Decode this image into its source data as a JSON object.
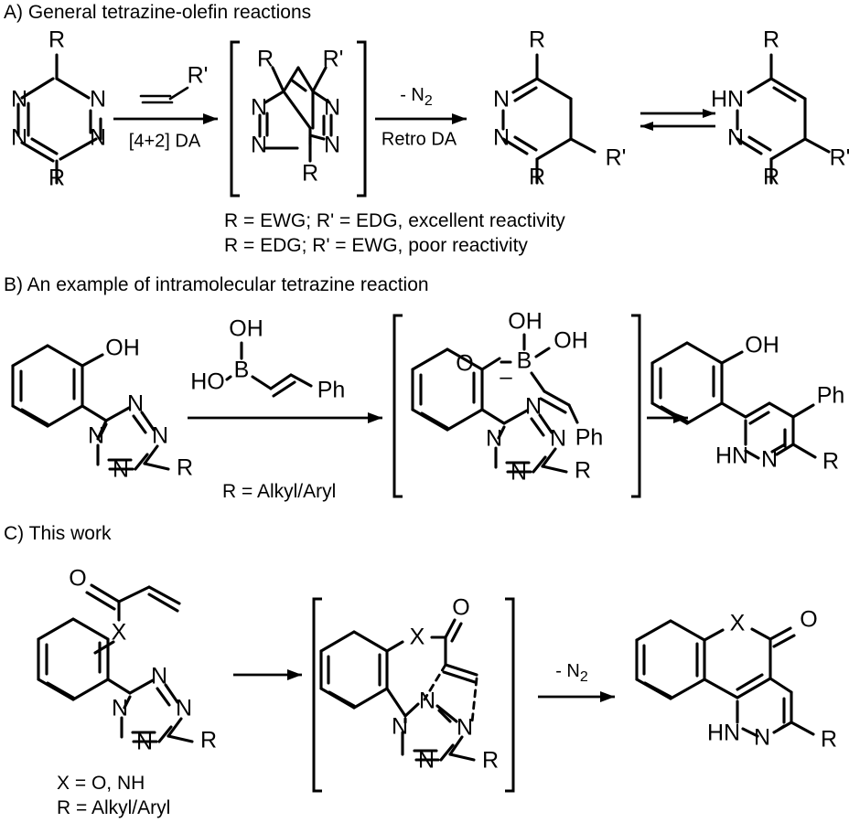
{
  "figure": {
    "type": "reaction-scheme",
    "description": "Three-panel chemical reaction scheme of tetrazine-olefin (inverse electron demand Diels-Alder) reactions"
  },
  "panels": {
    "a": {
      "label": "A) General tetrazine-olefin reactions",
      "conditions": {
        "forward_top": "R'",
        "forward_bottom": "[4+2] DA",
        "retro_top": "- N2",
        "retro_top_main": "- N",
        "retro_top_sub": "2",
        "retro_bottom": "Retro DA"
      },
      "notes": [
        "R = EWG; R' = EDG, excellent reactivity",
        "R = EDG; R' = EWG, poor reactivity"
      ],
      "atoms": {
        "n": "N",
        "hn": "HN",
        "r": "R",
        "rprime": "R'"
      }
    },
    "b": {
      "label": "B) An example of intramolecular tetrazine reaction",
      "reagent": {
        "b": "B",
        "oh": "OH",
        "ho": "HO",
        "ph": "Ph"
      },
      "notes": [
        "R = Alkyl/Aryl"
      ],
      "atoms": {
        "n": "N",
        "hn": "HN",
        "o": "O",
        "oh": "OH",
        "b": "B",
        "ph": "Ph",
        "r": "R",
        "minus": "–"
      }
    },
    "c": {
      "label": "C) This work",
      "conditions": {
        "retro_top_main": "- N",
        "retro_top_sub": "2"
      },
      "notes": [
        "X = O, NH",
        "R = Alkyl/Aryl"
      ],
      "atoms": {
        "n": "N",
        "hn": "HN",
        "o": "O",
        "x": "X",
        "r": "R"
      }
    }
  },
  "colors": {
    "ink": "#000000",
    "background": "#ffffff"
  }
}
